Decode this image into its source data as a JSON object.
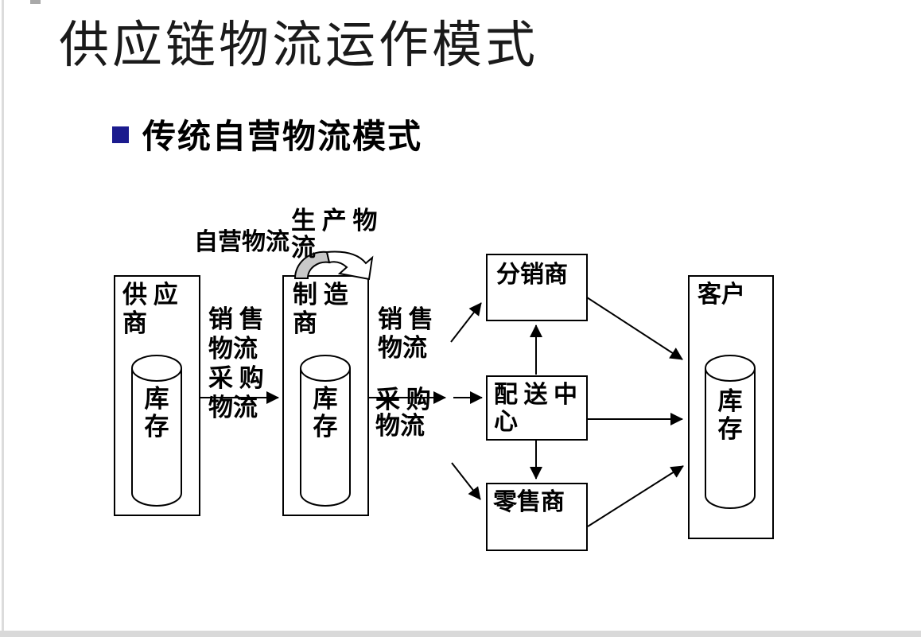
{
  "page": {
    "title": "供应链物流运作模式",
    "bullet": "传统自营物流模式"
  },
  "diagram": {
    "labels": {
      "own_logistics": "自营物流",
      "production_logistics": "生 产 物\n流",
      "sales_purchase_col1": "销 售\n物流\n采 购\n物流",
      "sales_logistics_2": "销 售\n物流",
      "purchase_logistics_2": "采  购\n物流"
    },
    "nodes": {
      "supplier": "供 应\n商",
      "manufacturer": "制 造\n商",
      "distributor": "分销商",
      "distribution_center": "配 送 中\n心",
      "retailer": "零售商",
      "customer": "客户",
      "inventory": "库\n存"
    },
    "colors": {
      "line": "#000000",
      "bullet_square": "#1b1b8e",
      "loop_arrow_fill": "#c8c8c8",
      "bottom_bar": "#d9d9d9"
    }
  }
}
